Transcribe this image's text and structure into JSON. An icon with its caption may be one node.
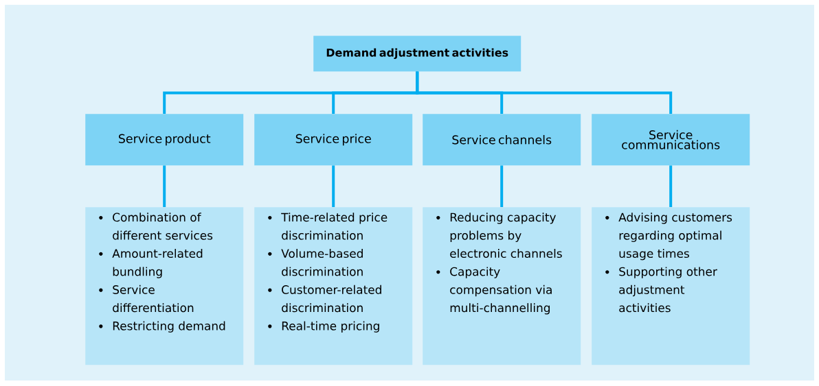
{
  "diagram": {
    "nodes": [
      {
        "text": [
          "Demand adjustment activities"
        ]
      },
      {
        "text": [
          "Service product"
        ]
      },
      {
        "text": [
          "Service price"
        ]
      },
      {
        "text": [
          "Service channels"
        ]
      },
      {
        "text": [
          "Service communications"
        ]
      },
      {
        "text": [
          "Combination of different services",
          "Amount-related bundling",
          "Service differentiation",
          "Restricting demand"
        ]
      },
      {
        "text": [
          "Time-related price discrimination",
          "Volume-based discrimination",
          "Customer-related discrimination",
          "Real-time pricing"
        ]
      },
      {
        "text": [
          "Reducing capacity problems by electronic channels",
          "Capacity compensation via multi-channelling"
        ]
      },
      {
        "text": [
          "Advising customers regarding optimal usage times",
          "Supporting other adjustment activities"
        ]
      }
    ],
    "edges": [
      {
        "from": 0,
        "to": 1,
        "arrow": "none"
      },
      {
        "from": 0,
        "to": 2,
        "arrow": "none"
      },
      {
        "from": 0,
        "to": 3,
        "arrow": "none"
      },
      {
        "from": 0,
        "to": 4,
        "arrow": "none"
      },
      {
        "from": 1,
        "to": 5,
        "arrow": "none"
      },
      {
        "from": 2,
        "to": 6,
        "arrow": "none"
      },
      {
        "from": 3,
        "to": 7,
        "arrow": "none"
      },
      {
        "from": 4,
        "to": 8,
        "arrow": "none"
      }
    ]
  }
}
